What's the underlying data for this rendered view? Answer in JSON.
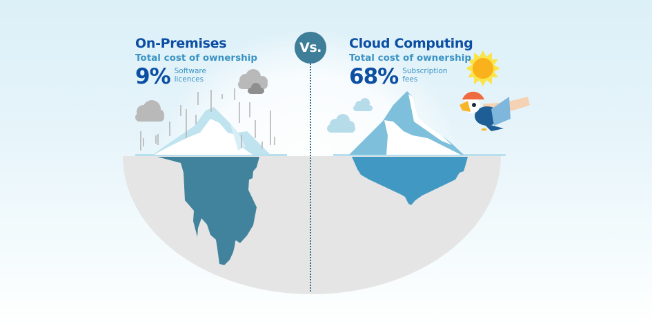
{
  "colors": {
    "title": "#0b4ea2",
    "subtitle": "#3a93c4",
    "pct_label": "#3a93c4",
    "vs_circle": "#3f7e98",
    "divider": "#2f6f8a",
    "ground": "#e5e5e5",
    "waterline": "#b7dfee",
    "on_prem_underwater": "#41829c",
    "cloud_underwater": "#4199c3",
    "ice_light": "#bfe3ef",
    "ice_mid": "#7ec0db",
    "cloud_grey": "#b9b9b9",
    "cloud_dark": "#8f8f8f",
    "cloud_blue": "#b6dcea",
    "sun": "#f9b21c",
    "sun_rays": "#fbe34a"
  },
  "vs": {
    "label": "Vs."
  },
  "on_premises": {
    "title": "On-Premises",
    "subtitle": "Total cost of ownership",
    "percent": "9%",
    "label_line1": "Software",
    "label_line2": "licences",
    "icons": [
      "rain-cloud-icon",
      "storm-cloud-icon",
      "iceberg-icon"
    ]
  },
  "cloud_computing": {
    "title": "Cloud Computing",
    "subtitle": "Total cost of ownership",
    "percent": "68%",
    "label_line1": "Subscription",
    "label_line2": "fees",
    "icons": [
      "sun-icon",
      "puffin-bird-icon",
      "cloud-icon",
      "iceberg-icon"
    ]
  }
}
